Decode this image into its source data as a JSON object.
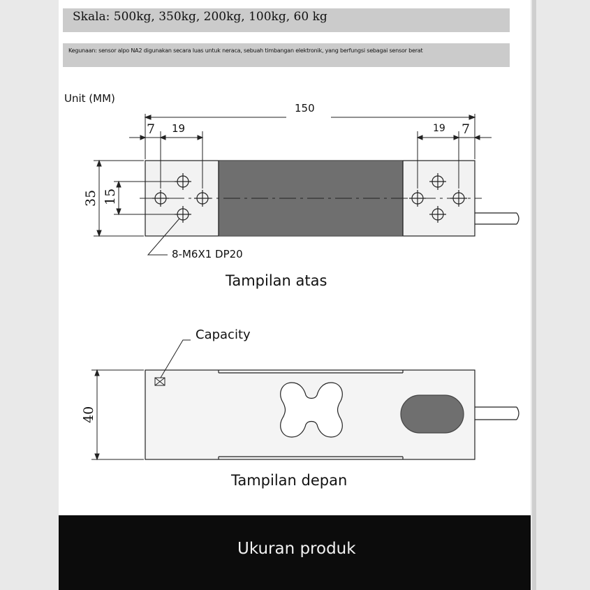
{
  "header": {
    "scale": "Skala: 500kg, 350kg, 200kg, 100kg, 60 kg",
    "usage": "Kegunaan: sensor alpo NA2 digunakan secara luas untuk neraca, sebuah timbangan elektronik, yang berfungsi sebagai sensor berat"
  },
  "top_view": {
    "unit_label": "Unit (MM)",
    "dim_total": "150",
    "dim_left_7": "7",
    "dim_left_19": "19",
    "dim_right_19": "19",
    "dim_right_7": "7",
    "dim_height_35": "35",
    "dim_height_15": "15",
    "hole_callout": "8-M6X1 DP20",
    "caption": "Tampilan atas"
  },
  "front_view": {
    "capacity_label": "Capacity",
    "dim_height_40": "40",
    "caption": "Tampilan depan"
  },
  "footer": {
    "title": "Ukuran produk"
  },
  "colors": {
    "gauge_fill": "#6f6f6f",
    "band": "#cbcbcb",
    "footer": "#0c0c0c"
  }
}
